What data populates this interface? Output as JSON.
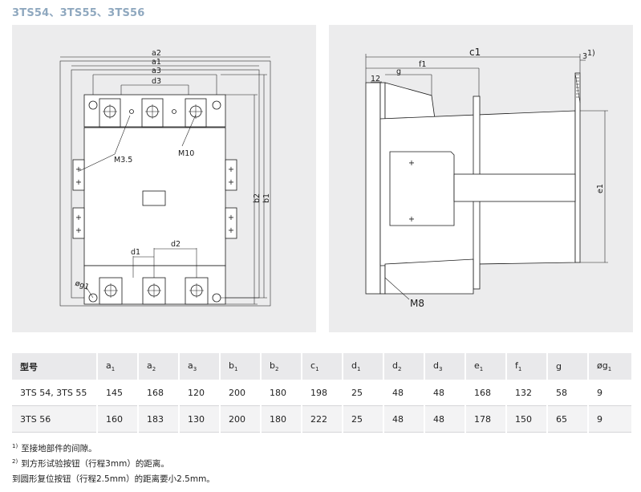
{
  "title": "3TS54、3TS55、3TS56",
  "front_view": {
    "labels": {
      "a2": "a2",
      "a1": "a1",
      "a3": "a3",
      "d3": "d3",
      "m35": "M3.5",
      "m10": "M10",
      "b2": "b2",
      "b1": "b1",
      "d1": "d1",
      "d2": "d2",
      "g1": "øg1"
    }
  },
  "side_view": {
    "labels": {
      "c1": "c1",
      "f1": "f1",
      "g": "g",
      "twelve": "12",
      "three": "3",
      "three_sup": "1)",
      "e1": "e1",
      "m8": "M8"
    }
  },
  "table": {
    "headers": [
      {
        "main": "型号",
        "sub": ""
      },
      {
        "main": "a",
        "sub": "1"
      },
      {
        "main": "a",
        "sub": "2"
      },
      {
        "main": "a",
        "sub": "3"
      },
      {
        "main": "b",
        "sub": "1"
      },
      {
        "main": "b",
        "sub": "2"
      },
      {
        "main": "c",
        "sub": "1"
      },
      {
        "main": "d",
        "sub": "1"
      },
      {
        "main": "d",
        "sub": "2"
      },
      {
        "main": "d",
        "sub": "3"
      },
      {
        "main": "e",
        "sub": "1"
      },
      {
        "main": "f",
        "sub": "1"
      },
      {
        "main": "g",
        "sub": ""
      },
      {
        "main": "øg",
        "sub": "1"
      }
    ],
    "rows": [
      [
        "3TS 54, 3TS 55",
        "145",
        "168",
        "120",
        "200",
        "180",
        "198",
        "25",
        "48",
        "48",
        "168",
        "132",
        "58",
        "9"
      ],
      [
        "3TS 56",
        "160",
        "183",
        "130",
        "200",
        "180",
        "222",
        "25",
        "48",
        "48",
        "178",
        "150",
        "65",
        "9"
      ]
    ]
  },
  "notes": [
    {
      "sup": "1)",
      "text": "至接地部件的间隙。"
    },
    {
      "sup": "2)",
      "text": "到方形试验按钮（行程3mm）的距离。"
    },
    {
      "sup": "",
      "text": "到圆形复位按钮（行程2.5mm）的距离要小2.5mm。"
    }
  ]
}
